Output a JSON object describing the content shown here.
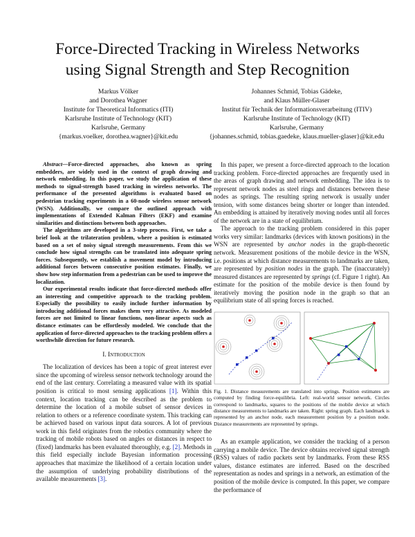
{
  "title": {
    "line1": "Force-Directed Tracking in Wireless Networks",
    "line2": "using Signal Strength and Step Recognition"
  },
  "authors_left": [
    "Markus Völker",
    "and Dorothea Wagner",
    "Institute for Theoretical Informatics (ITI)",
    "Karlsruhe Institute of Technology (KIT)",
    "Karlsruhe, Germany",
    "{markus.voelker, dorothea.wagner}@kit.edu"
  ],
  "authors_right": [
    "Johannes Schmid, Tobias Gädeke,",
    "and Klaus Müller-Glaser",
    "Institut für Technik der Informationsverarbeitung (ITIV)",
    "Karlsruhe Institute of Technology (KIT)",
    "Karlsruhe, Germany",
    "{johannes.schmid, tobias.gaedeke, klaus.mueller-glaser}@kit.edu"
  ],
  "abstract": {
    "lead": "Abstract",
    "p1": "—Force-directed approaches, also known as spring embedders, are widely used in the context of graph drawing and network embedding. In this paper, we study the application of these methods to signal-strength based tracking in wireless networks. The performance of the presented algorithms is evaluated based on pedestrian tracking experiments in a 60-node wireless sensor network (WSN). Additionally, we compare the outlined approach with implementations of Extended Kalman Filters (EKF) and examine similarities and distinctions between both approaches.",
    "p2": "The algorithms are developed in a 3-step process. First, we take a brief look at the trilateration problem, where a position is estimated based on a set of noisy signal strength measurements. From this we conclude how signal strengths can be translated into adequate spring forces. Subsequently, we establish a movement model by introducing additional forces between consecutive position estimates. Finally, we show how step information from a pedestrian can be used to improve the localization.",
    "p3": "Our experimental results indicate that force-directed methods offer an interesting and competitive approach to the tracking problem. Especially the possibility to easily include further information by introducing additional forces makes them very attractive. As modeled forces are not limited to linear functions, non-linear aspects such as distance estimates can be effortlessly modeled. We conclude that the application of force-directed approaches to the tracking problem offers a worthwhile direction for future research."
  },
  "section1": {
    "heading": "I. Introduction",
    "p1_a": "The localization of devices has been a topic of great interest ever since the upcoming of wireless sensor network technology around the end of the last century. Correlating a measured value with its spatial position is critical to most sensing applications ",
    "ref1": "[1]",
    "p1_b": ". Within this context, location tracking can be described as the problem to determine the location of a mobile subset of sensor devices in relation to others or a reference coordinate system. This tracking can be achieved based on various input data sources. A lot of previous work in this field originates from the robotics community where the tracking of mobile robots based on angles or distances in respect to (fixed) landmarks has been evaluated thoroughly, e.g. ",
    "ref2": "[2]",
    "p1_c": ". Methods in this field especially include Bayesian information processing approaches that maximize the likelihood of a certain location under the assumption of underlying probability distributions of the available measurements ",
    "ref3": "[3]",
    "p1_d": "."
  },
  "right_col": {
    "p1": "In this paper, we present a force-directed approach to the location tracking problem. Force-directed approaches are frequently used in the areas of graph drawing and network embedding. The idea is to represent network nodes as steel rings and distances between these nodes as springs. The resulting spring network is usually under tension, with some distances being shorter or longer than intended. An embedding is attained by iteratively moving nodes until all forces of the network are in a state of equilibrium.",
    "p2_a": "The approach to the tracking problem considered in this paper works very similar: landmarks (devices with known positions) in the WSN are represented by ",
    "p2_em1": "anchor nodes",
    "p2_b": " in the graph-theoretic network. Measurement positions of the mobile device in the WSN, i.e. positions at which distance measurements to landmarks are taken, are represented by ",
    "p2_em2": "position nodes",
    "p2_c": " in the graph. The (inaccurately) measured distances are represented by ",
    "p2_em3": "springs",
    "p2_d": " (cf. Figure 1 right). An estimate for the position of the mobile device is then found by iteratively moving the position node in the graph so that an equilibrium state of all spring forces is reached.",
    "caption": "Fig. 1. Distance measurements are translated into springs. Position estimates are computed by finding force-equilibria. Left: real-world sensor network. Circles correspond to landmarks, squares to the positions of the mobile device at which distance measurements to landmarks are taken. Right: spring graph. Each landmark is represented by an anchor node, each measurement position by a position node. Distance measurements are represented by springs.",
    "p3": "As an example application, we consider the tracking of a person carrying a mobile device. The device obtains received signal strength (RSS) values of radio packets sent by landmarks. From these RSS values, distance estimates are inferred. Based on the described representation as nodes and springs in a network, an estimation of the position of the mobile device is computed. In this paper, we compare the performance of"
  },
  "colors": {
    "landmark": "#d42020",
    "position": "#1a2fbf",
    "spring": "#1a8a2a",
    "ref": "#1a2fbf"
  }
}
